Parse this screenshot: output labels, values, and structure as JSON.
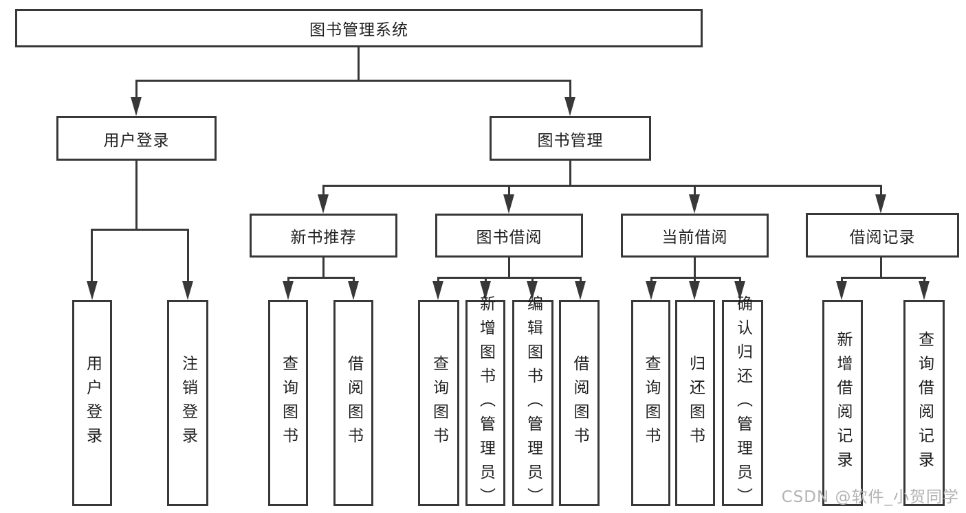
{
  "title": "图书管理系统",
  "nodes": {
    "root": "图书管理系统",
    "level2": [
      "用户登录",
      "图书管理"
    ],
    "level3": [
      "新书推荐",
      "图书借阅",
      "当前借阅",
      "借阅记录"
    ],
    "leaves_user_login": [
      "用户登录",
      "注销登录"
    ],
    "leaves_new_book": [
      "查询图书",
      "借阅图书"
    ],
    "leaves_book_borrow": [
      "查询图书",
      "新增图书（管理员）",
      "编辑图书（管理员）",
      "借阅图书"
    ],
    "leaves_current_borrow": [
      "查询图书",
      "归还图书",
      "确认归还（管理员）"
    ],
    "leaves_borrow_record": [
      "新增借阅记录",
      "查询借阅记录"
    ]
  },
  "watermark": "CSDN @软件_小贺同学",
  "colors": {
    "line": "#383838",
    "text": "#1f1f1f",
    "watermark": "#b3b3b3",
    "background": "#ffffff"
  }
}
